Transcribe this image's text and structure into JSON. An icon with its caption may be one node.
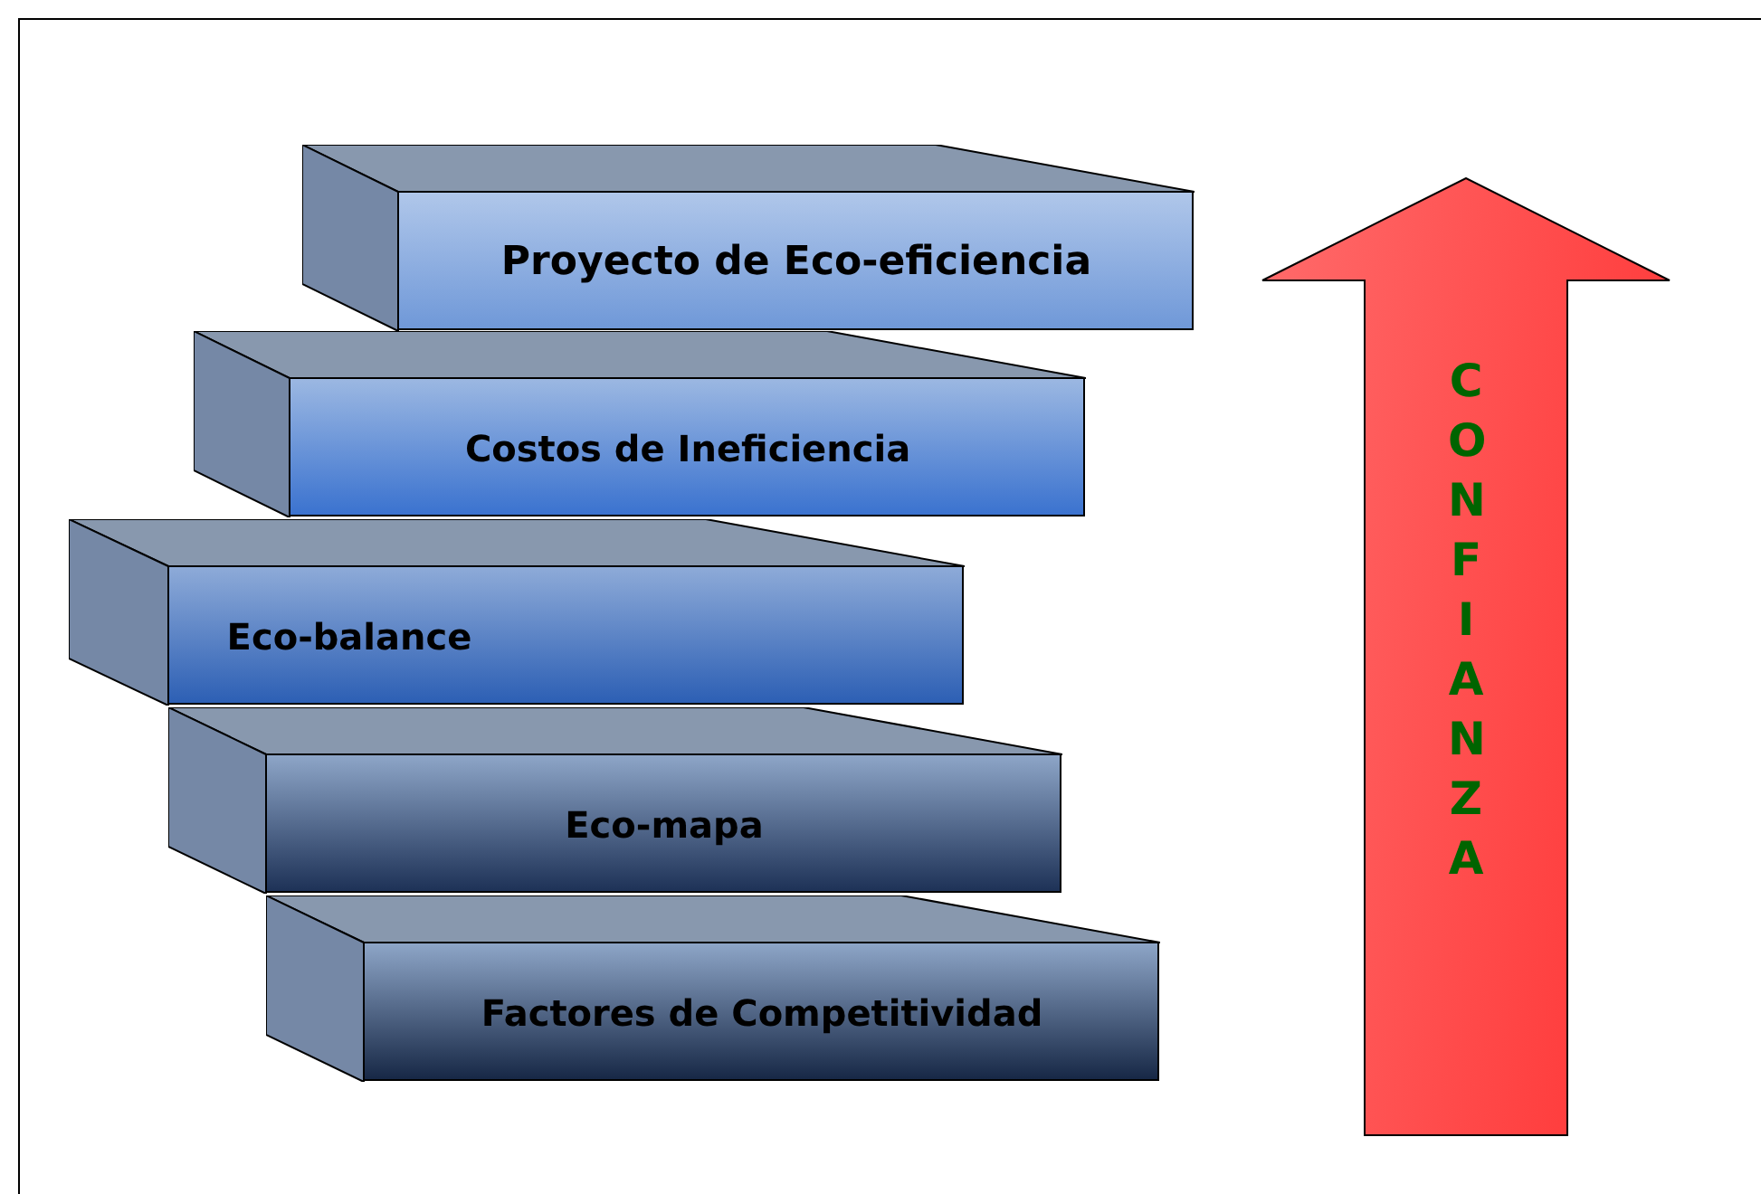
{
  "diagram": {
    "nodes": [
      {
        "text": [
          "Proyecto de Eco-eficiencia"
        ]
      },
      {
        "text": [
          "Costos de Ineficiencia"
        ]
      },
      {
        "text": [
          "Eco-balance"
        ]
      },
      {
        "text": [
          "Eco-mapa"
        ]
      },
      {
        "text": [
          "Factores de Competitividad"
        ]
      },
      {
        "text": [
          "CONFIANZA"
        ]
      }
    ]
  }
}
